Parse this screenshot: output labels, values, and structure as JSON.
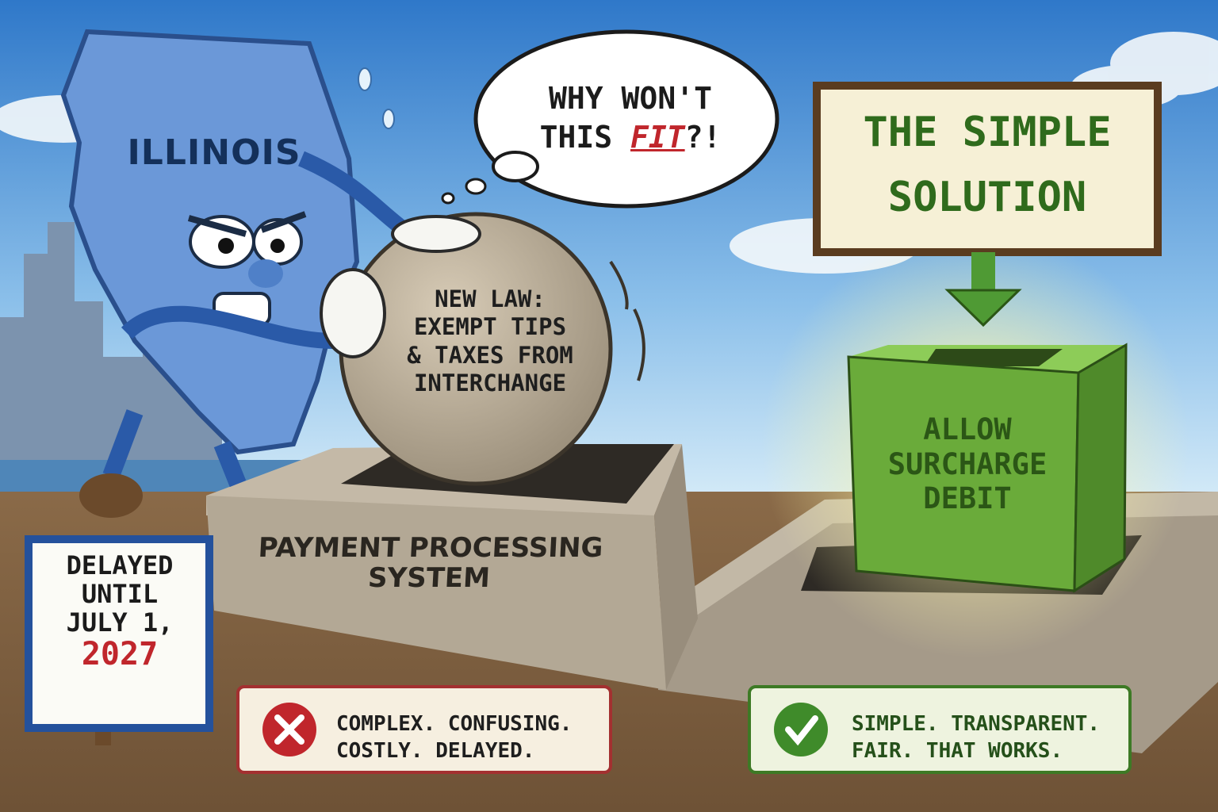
{
  "state": {
    "name": "ILLINOIS"
  },
  "speech_bubble": {
    "line1": "WHY WON'T",
    "line2_prefix": "THIS ",
    "line2_emphasis": "FIT",
    "line2_suffix": "?!"
  },
  "boulder": {
    "line1": "NEW LAW:",
    "line2": "EXEMPT TIPS",
    "line3": "& TAXES FROM",
    "line4": "INTERCHANGE"
  },
  "base": {
    "label": "PAYMENT PROCESSING SYSTEM"
  },
  "solution_sign": {
    "line1": "THE SIMPLE",
    "line2": "SOLUTION"
  },
  "cube": {
    "line1": "ALLOW",
    "line2": "SURCHARGE",
    "line3": "DEBIT"
  },
  "delay_sign": {
    "line1": "DELAYED",
    "line2": "UNTIL",
    "line3": "JULY 1,",
    "year": "2027"
  },
  "bad_box": {
    "line1": "COMPLEX. CONFUSING.",
    "line2": "COSTLY.  DELAYED.",
    "icon": "x-icon"
  },
  "good_box": {
    "line1": "SIMPLE. TRANSPARENT.",
    "line2": "FAIR.  THAT WORKS.",
    "icon": "check-icon"
  },
  "colors": {
    "sky": "#5a9ad8",
    "state_blue": "#5e8fd6",
    "cube_green": "#6aab3a",
    "red_accent": "#c0262c",
    "green_accent": "#2f6b1c"
  }
}
